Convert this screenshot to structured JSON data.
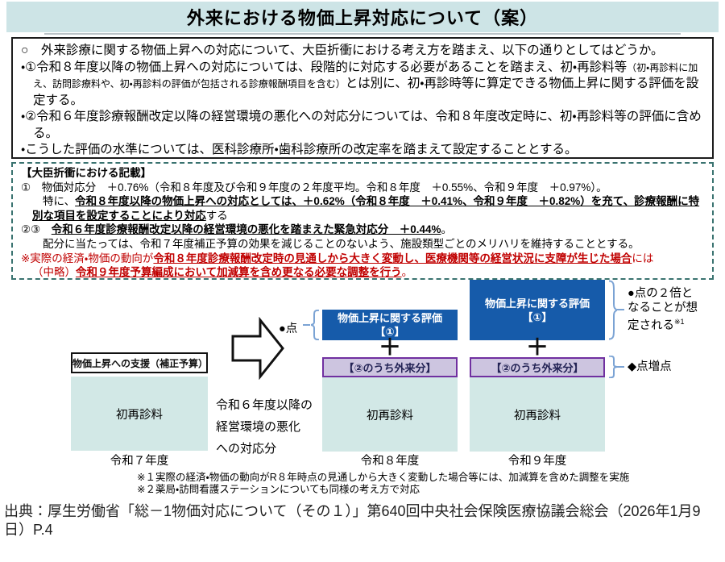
{
  "title": "外来における物価上昇対応について（案）",
  "colors": {
    "titlebar_bg": "#cde4e6",
    "box_teal": "#d2e8e6",
    "eval_blue": "#165baa",
    "outpatient_fill": "#cdc5e0",
    "outpatient_border": "#7030a0",
    "dashed_border": "#3a7370",
    "red_text": "#c00000",
    "brace": "#7ba3d4"
  },
  "proposal_box": {
    "para1": "○　外来診療に関する物価上昇への対応について、大臣折衝における考え方を踏まえ、以下の通りとしてはどうか。",
    "para2_head": "・①令和８年度以降の物価上昇への対応については、段階的に対応する必要があることを踏まえ、初・再診料等",
    "para2_small": "（初・再診料に加え、訪問診療料や、初・再診料の評価が包括される診療報酬項目を含む）",
    "para2_tail": "とは別に、初・再診時等に算定できる物価上昇に関する評価を設定する。",
    "para3": "・②令和６年度診療報酬改定以降の経営環境の悪化への対応分については、令和８年度改定時に、初・再診料等の評価に含める。",
    "para4": "・こうした評価の水準については、医科診療所・歯科診療所の改定率を踏まえて設定することとする。"
  },
  "minister_box": {
    "heading": "【大臣折衝における記載】",
    "item1_l1": "①　物価対応分　＋0.76%（令和８年度及び令和９年度の２年度平均。令和８年度　＋0.55%、令和９年度　＋0.97%）。",
    "item1_pre": "特に、",
    "item1_bold": "令和８年度以降の物価上昇への対応としては、＋0.62%（令和８年度　＋0.41%、令和９年度　＋0.82%）を充て、診療報酬に特別な項目を設定することにより対応",
    "item1_post": "する",
    "item23_head": "②③　",
    "item23_bold": "令和６年度診療報酬改定以降の経営環境の悪化を踏まえた緊急対応分　＋0.44%",
    "item23_post": "。",
    "item23_sub": "配分に当たっては、令和７年度補正予算の効果を減じることのないよう、施設類型ごとのメリハリを維持することとする。",
    "note_pre": "※実際の経済・物価の動向が",
    "note_bold1": "令和８年度診療報酬改定時の見通しから大きく変動し、医療機関等の経営状況に支障が生じた場合",
    "note_mid": "には",
    "note_pre2": "（中略）",
    "note_bold2": "令和９年度予算編成において加減算を含め更なる必要な調整を行う",
    "note_post": "。"
  },
  "diagram": {
    "col1": {
      "support": "物価上昇への支援（補正予算）",
      "base": "初再診料",
      "year": "令和７年度"
    },
    "arrow_label": "令和６年度以降の\n経営環境の悪化\nへの対応分",
    "ten_label": "●点",
    "col2": {
      "eval": "物価上昇に関する評価\n【①】",
      "plus": "＋",
      "outpatient": "【②のうち外来分】",
      "base": "初再診料",
      "year": "令和８年度"
    },
    "col3": {
      "eval": "物価上昇に関する評価\n【①】",
      "plus": "＋",
      "outpatient": "【②のうち外来分】",
      "base": "初再診料",
      "year": "令和９年度"
    },
    "annot_double": "●点の２倍と\nなることが想\n定される",
    "annot_double_sup": "※1",
    "annot_increase": "◆点増点"
  },
  "footnotes": {
    "f1": "※１実際の経済・物価の動向がR８年時点の見通しから大きく変動した場合等には、加減算を含めた調整を実施",
    "f2": "※２薬局・訪問看護ステーションについても同様の考え方で対応"
  },
  "source": "出典：厚生労働省「総－1物価対応について（その１）」第640回中央社会保険医療協議会総会（2026年1月9日）P.4"
}
